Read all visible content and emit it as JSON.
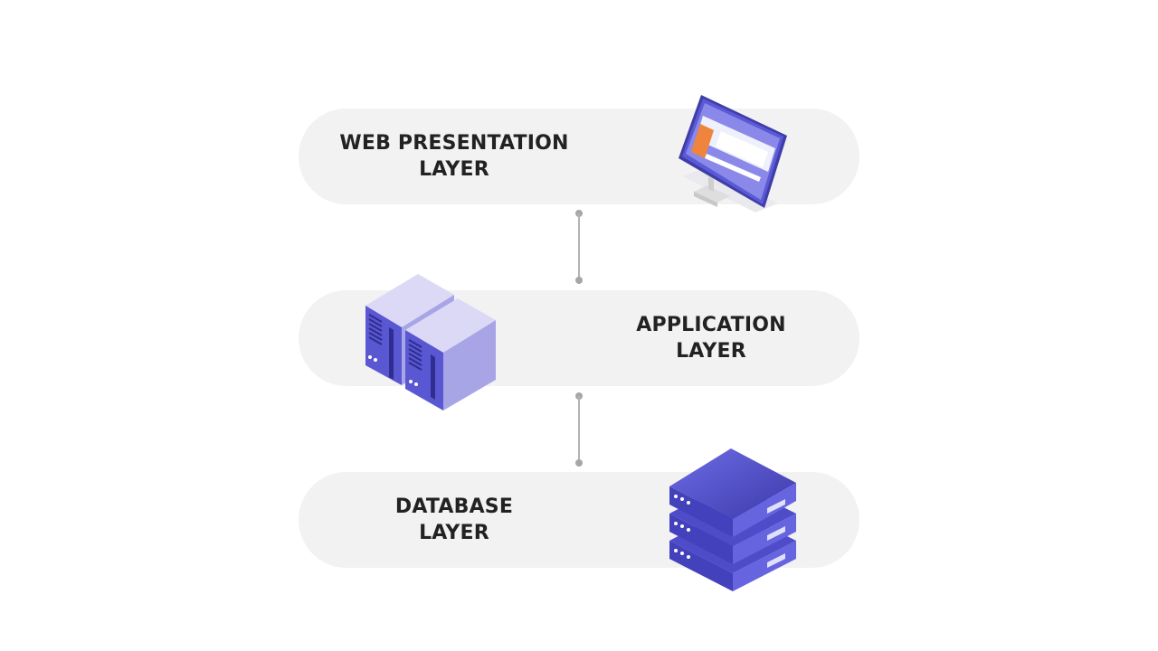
{
  "layers": [
    {
      "line1": "WEB PRESENTATION",
      "line2": "LAYER",
      "icon": "monitor-icon"
    },
    {
      "line1": "APPLICATION",
      "line2": "LAYER",
      "icon": "server-towers-icon"
    },
    {
      "line1": "DATABASE",
      "line2": "LAYER",
      "icon": "database-stack-icon"
    }
  ],
  "colors": {
    "pill": "#f2f2f2",
    "text": "#222222",
    "connector": "#b3b3b3",
    "accent_dark": "#3f3ea8",
    "accent": "#6a68e0",
    "accent_light": "#d9d7f5",
    "orange": "#f0843c"
  }
}
